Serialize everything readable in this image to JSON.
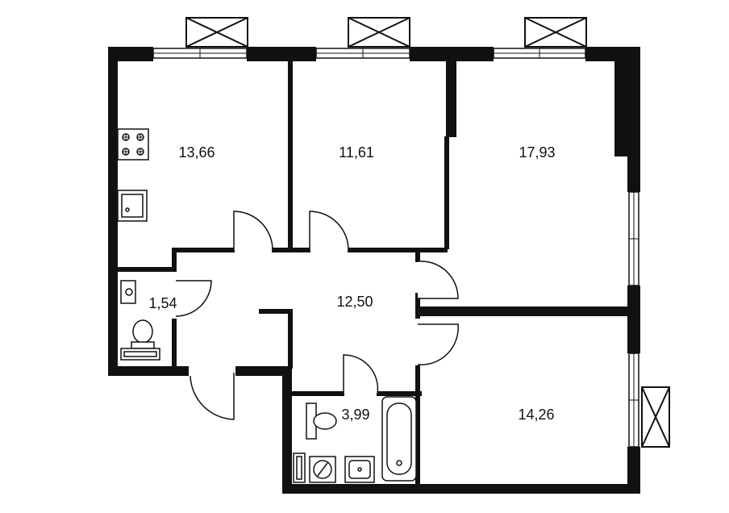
{
  "rooms": [
    {
      "id": "kitchen",
      "area": "13,66"
    },
    {
      "id": "bedroom-1",
      "area": "11,61"
    },
    {
      "id": "bedroom-2",
      "area": "17,93"
    },
    {
      "id": "toilet",
      "area": "1,54"
    },
    {
      "id": "hall",
      "area": "12,50"
    },
    {
      "id": "bathroom",
      "area": "3,99"
    },
    {
      "id": "bedroom-3",
      "area": "14,26"
    }
  ],
  "icons": [
    "window-icon",
    "ac-unit-icon",
    "door-icon",
    "stove-icon",
    "sink-icon",
    "toilet-icon",
    "bathtub-icon",
    "washing-machine-icon"
  ]
}
